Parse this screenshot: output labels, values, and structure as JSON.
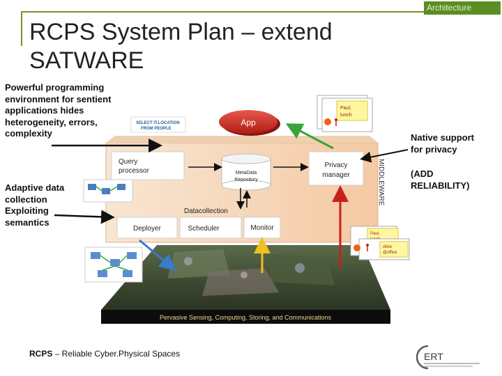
{
  "header": {
    "tag": "Architecture"
  },
  "title": {
    "line1": "RCPS System Plan – extend",
    "line2": "SATWARE"
  },
  "left_text": {
    "block1": [
      "Powerful programming",
      "environment for sentient",
      "applications  hides",
      "heterogeneity, errors,",
      "complexity"
    ],
    "block2": [
      "Adaptive data",
      "collection",
      "Exploiting",
      "semantics"
    ]
  },
  "right_text": {
    "block1": [
      "Native support",
      "for privacy"
    ],
    "block2": [
      "(ADD",
      "RELIABILITY)"
    ]
  },
  "diagram": {
    "select_label": [
      "SELECT IT.LOCATION",
      "FROM PEOPLE"
    ],
    "app": "App",
    "note_top": [
      "Paul,",
      "lunch"
    ],
    "query_processor": [
      "Query",
      "processor"
    ],
    "metadata": [
      "MetaData",
      "Repository"
    ],
    "privacy": [
      "Privacy",
      "manager"
    ],
    "middleware": "MIDDLEWARE",
    "datacollection": "Datacollection",
    "deployer": "Deployer",
    "scheduler": "Scheduler",
    "monitor": "Monitor",
    "note_mid": [
      "Paul,",
      "lunch"
    ],
    "note_alice": [
      "Alice",
      "@office"
    ],
    "banner": "Pervasive Sensing, Computing, Storing, and Communications"
  },
  "footer": {
    "acronym": "RCPS",
    "rest": " – Reliable Cyber.Physical Spaces"
  },
  "logo": {
    "text": "ERT"
  },
  "colors": {
    "accent": "#5a8e22",
    "app": "#d0302a",
    "middleware_bg": "#f7d9bd",
    "arrow_green": "#3aa33a",
    "arrow_blue": "#3a7ac8",
    "arrow_red": "#c8201a",
    "arrow_yellow": "#f0c020"
  }
}
